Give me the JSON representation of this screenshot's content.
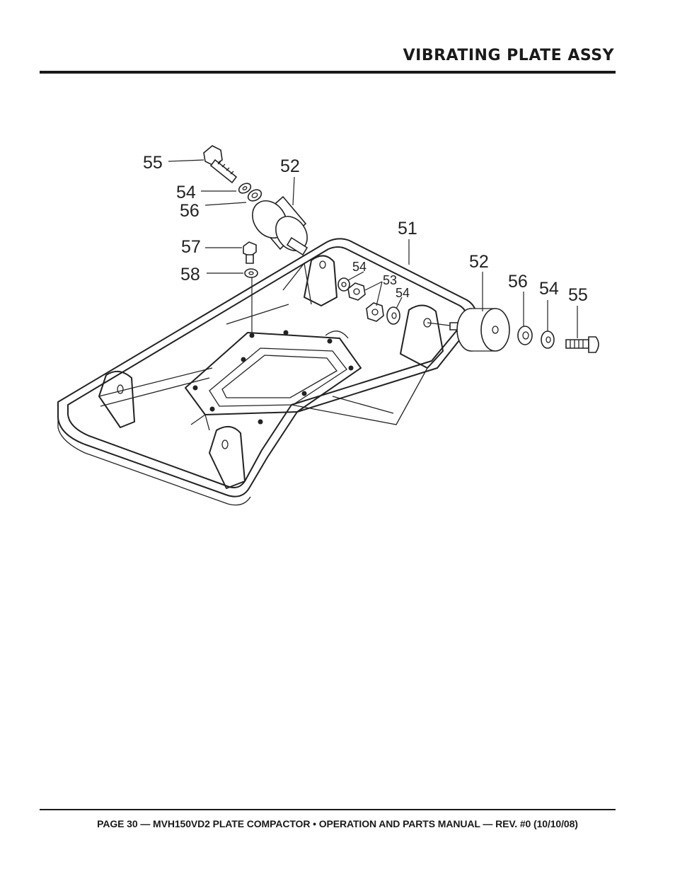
{
  "header": {
    "title": "VIBRATING PLATE ASSY"
  },
  "footer": {
    "text": "PAGE 30 — MVH150VD2 PLATE COMPACTOR • OPERATION AND PARTS MANUAL — REV. #0 (10/10/08)"
  },
  "callouts": {
    "c55a": "55",
    "c52a": "52",
    "c54a": "54",
    "c56a": "56",
    "c57": "57",
    "c58": "58",
    "c51": "51",
    "c54b": "54",
    "c53": "53",
    "c54c": "54",
    "c52b": "52",
    "c56b": "56",
    "c54d": "54",
    "c55b": "55"
  }
}
